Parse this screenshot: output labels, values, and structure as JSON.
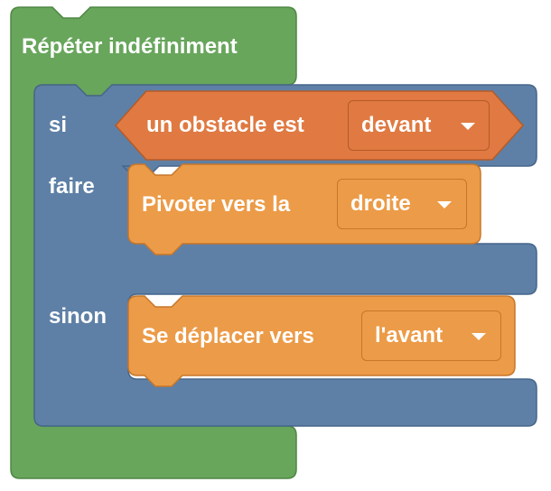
{
  "forever_block": {
    "label": "Répéter indéfiniment"
  },
  "if_else_block": {
    "if_label": "si",
    "do_label": "faire",
    "else_label": "sinon"
  },
  "condition_block": {
    "label": "un obstacle est",
    "dropdown_value": "devant"
  },
  "turn_block": {
    "label": "Pivoter vers  la",
    "dropdown_value": "droite"
  },
  "move_block": {
    "label": "Se déplacer vers",
    "dropdown_value": "l'avant"
  },
  "colors": {
    "loop_green": "#68a65c",
    "logic_blue": "#5e80a6",
    "sensor_orange": "#e07a42",
    "motion_orange": "#ec9b48"
  },
  "icons": {
    "dropdown": "caret-down-icon"
  }
}
